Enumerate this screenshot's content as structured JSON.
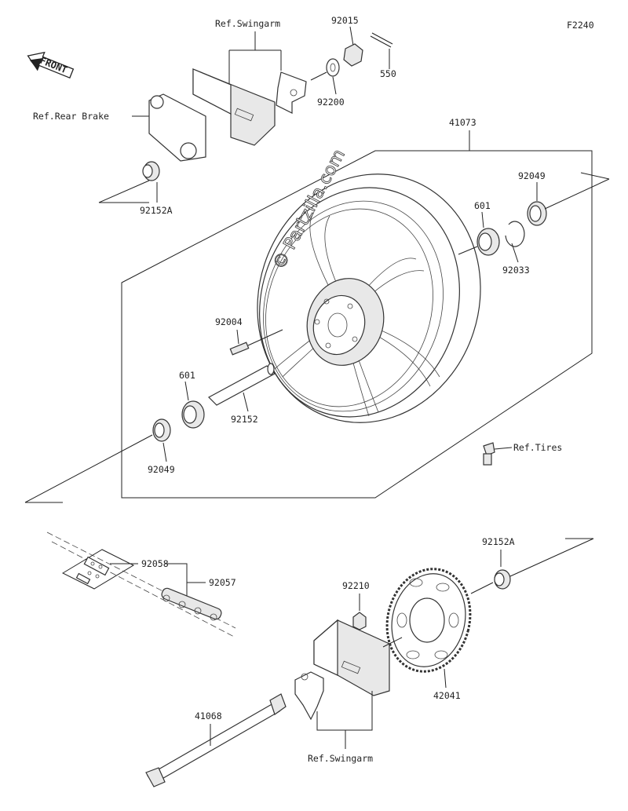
{
  "figure_id": "F2240",
  "front_label": "FRONT",
  "watermark": "© Partzilla.com",
  "labels": {
    "ref_swingarm_top": "Ref.Swingarm",
    "ref_rear_brake": "Ref.Rear Brake",
    "p92015": "92015",
    "p550": "550",
    "p92200": "92200",
    "p92152A_top": "92152A",
    "p41073": "41073",
    "p92049_top": "92049",
    "p601_top": "601",
    "p92033": "92033",
    "p92004": "92004",
    "p601_bottom": "601",
    "p92152": "92152",
    "p92049_bottom": "92049",
    "ref_tires": "Ref.Tires",
    "p92058": "92058",
    "p92057": "92057",
    "p92152A_bottom": "92152A",
    "p92210": "92210",
    "p42041": "42041",
    "p41068": "41068",
    "ref_swingarm_bottom": "Ref.Swingarm"
  }
}
